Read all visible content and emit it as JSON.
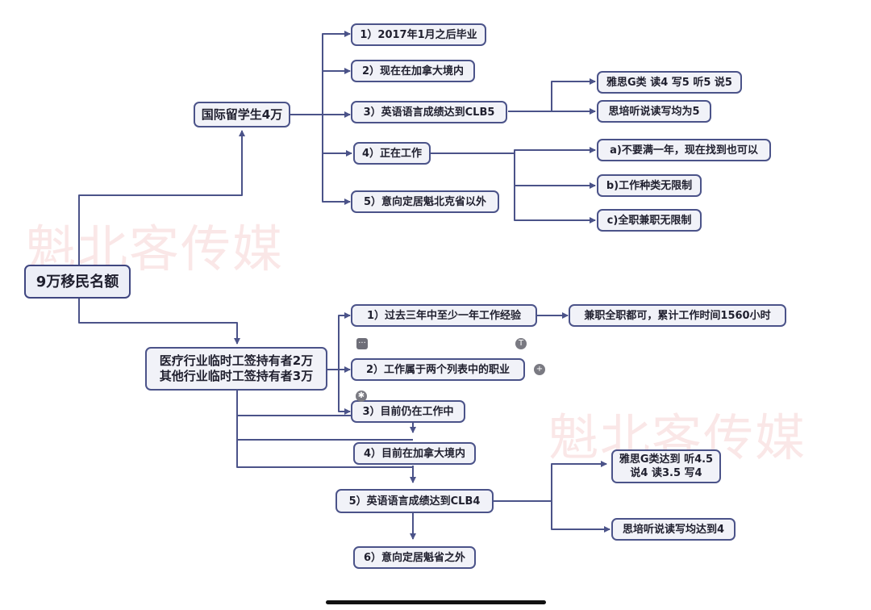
{
  "root": {
    "label": "9万移民名额"
  },
  "branch_international": {
    "label": "国际留学生4万",
    "conditions": [
      "1）2017年1月之后毕业",
      "2）现在在加拿大境内",
      "3）英语语言成绩达到CLB5",
      "4）正在工作",
      "5）意向定居魁北克省以外"
    ],
    "language_details": [
      "雅思G类 读4 写5 听5 说5",
      "思培听说读写均为5"
    ],
    "work_details": [
      "a)不要满一年，现在找到也可以",
      "b)工作种类无限制",
      "c)全职兼职无限制"
    ]
  },
  "branch_workers": {
    "label_line1": "医疗行业临时工签持有者2万",
    "label_line2": "其他行业临时工签持有者3万",
    "conditions": [
      "1）过去三年中至少一年工作经验",
      "2）工作属于两个列表中的职业",
      "3）目前仍在工作中",
      "4）目前在加拿大境内",
      "5）英语语言成绩达到CLB4",
      "6）意向定居魁省之外"
    ],
    "experience_detail": "兼职全职都可，累计工作时间1560小时",
    "language_detail_line1": "雅思G类达到 听4.5",
    "language_detail_line2": "说4 读3.5 写4",
    "language_detail_2": "思培听说读写均达到4"
  },
  "watermark_text": "魁北客传媒",
  "colors": {
    "line": "#4b5389",
    "node_fill": "#f1f2f8",
    "watermark": "#e27878"
  },
  "editor_icons": [
    "more-icon",
    "text-icon",
    "plus-icon",
    "asterisk-icon"
  ]
}
